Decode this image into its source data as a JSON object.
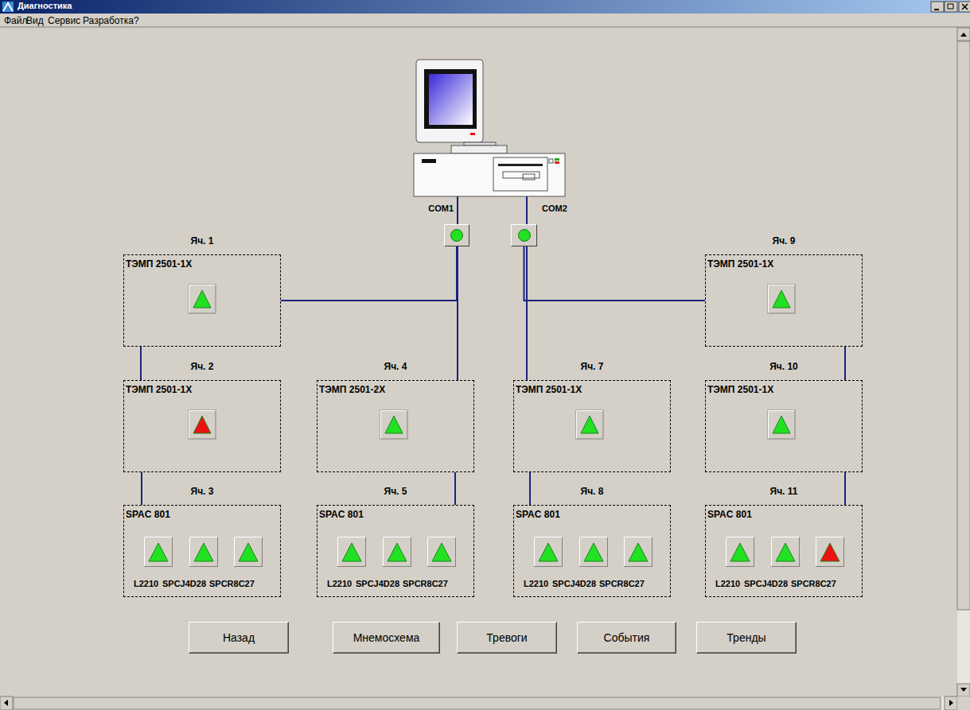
{
  "diagram": {
    "title": "Диагностика",
    "nodes": [
      {
        "text": [
          "COM1"
        ]
      },
      {
        "text": [
          "COM2"
        ]
      },
      {
        "text": [
          "Яч. 1",
          "ТЭМП 2501-1Х"
        ]
      },
      {
        "text": [
          "Яч. 9",
          "ТЭМП 2501-1Х"
        ]
      },
      {
        "text": [
          "Яч. 2",
          "ТЭМП 2501-1Х"
        ]
      },
      {
        "text": [
          "Яч. 4",
          "ТЭМП 2501-2Х"
        ]
      },
      {
        "text": [
          "Яч. 7",
          "ТЭМП 2501-1Х"
        ]
      },
      {
        "text": [
          "Яч. 10",
          "ТЭМП 2501-1Х"
        ]
      },
      {
        "text": [
          "Яч. 3",
          "SPAC 801"
        ]
      },
      {
        "text": [
          "L2210"
        ],
        "in": 8
      },
      {
        "text": [
          "SPCJ4D28"
        ],
        "in": 8
      },
      {
        "text": [
          "SPCR8C27"
        ],
        "in": 8
      },
      {
        "text": [
          "Яч. 5",
          "SPAC 801"
        ]
      },
      {
        "text": [
          "L2210"
        ],
        "in": 12
      },
      {
        "text": [
          "SPCJ4D28"
        ],
        "in": 12
      },
      {
        "text": [
          "SPCR8C27"
        ],
        "in": 12
      },
      {
        "text": [
          "Яч. 8",
          "SPAC 801"
        ]
      },
      {
        "text": [
          "L2210"
        ],
        "in": 16
      },
      {
        "text": [
          "SPCJ4D28"
        ],
        "in": 16
      },
      {
        "text": [
          "SPCR8C27"
        ],
        "in": 16
      },
      {
        "text": [
          "Яч. 11",
          "SPAC 801"
        ]
      },
      {
        "text": [
          "L2210"
        ],
        "in": 20
      },
      {
        "text": [
          "SPCJ4D28"
        ],
        "in": 20
      },
      {
        "text": [
          "SPCR8C27"
        ],
        "in": 20
      },
      {
        "text": [
          "Назад"
        ]
      },
      {
        "text": [
          "Мнемосхема"
        ]
      },
      {
        "text": [
          "Тревоги"
        ]
      },
      {
        "text": [
          "События"
        ]
      },
      {
        "text": [
          "Тренды"
        ]
      }
    ],
    "edges": [
      {
        "from": 0,
        "to": 2,
        "arrow": "none"
      },
      {
        "from": 0,
        "to": 5,
        "arrow": "none"
      },
      {
        "from": 2,
        "to": 4,
        "arrow": "none"
      },
      {
        "from": 4,
        "to": 8,
        "arrow": "none"
      },
      {
        "from": 5,
        "to": 12,
        "arrow": "none"
      },
      {
        "from": 1,
        "to": 6,
        "arrow": "none"
      },
      {
        "from": 1,
        "to": 3,
        "arrow": "none"
      },
      {
        "from": 6,
        "to": 16,
        "arrow": "none"
      },
      {
        "from": 3,
        "to": 7,
        "arrow": "none"
      },
      {
        "from": 7,
        "to": 20,
        "arrow": "none"
      }
    ],
    "labels": [
      "Файл",
      "Вид",
      "Сервис",
      "Разработка",
      "?"
    ]
  }
}
